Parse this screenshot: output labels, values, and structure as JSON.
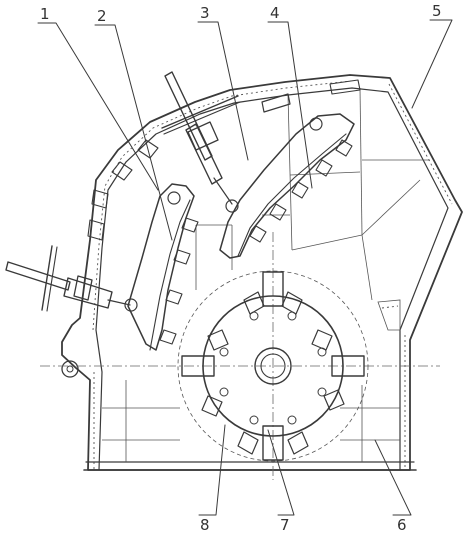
{
  "labels": {
    "l1": "1",
    "l2": "2",
    "l3": "3",
    "l4": "4",
    "l5": "5",
    "l6": "6",
    "l7": "7",
    "l8": "8"
  },
  "colors": {
    "line": "#3a3a3a",
    "background": "#ffffff"
  }
}
